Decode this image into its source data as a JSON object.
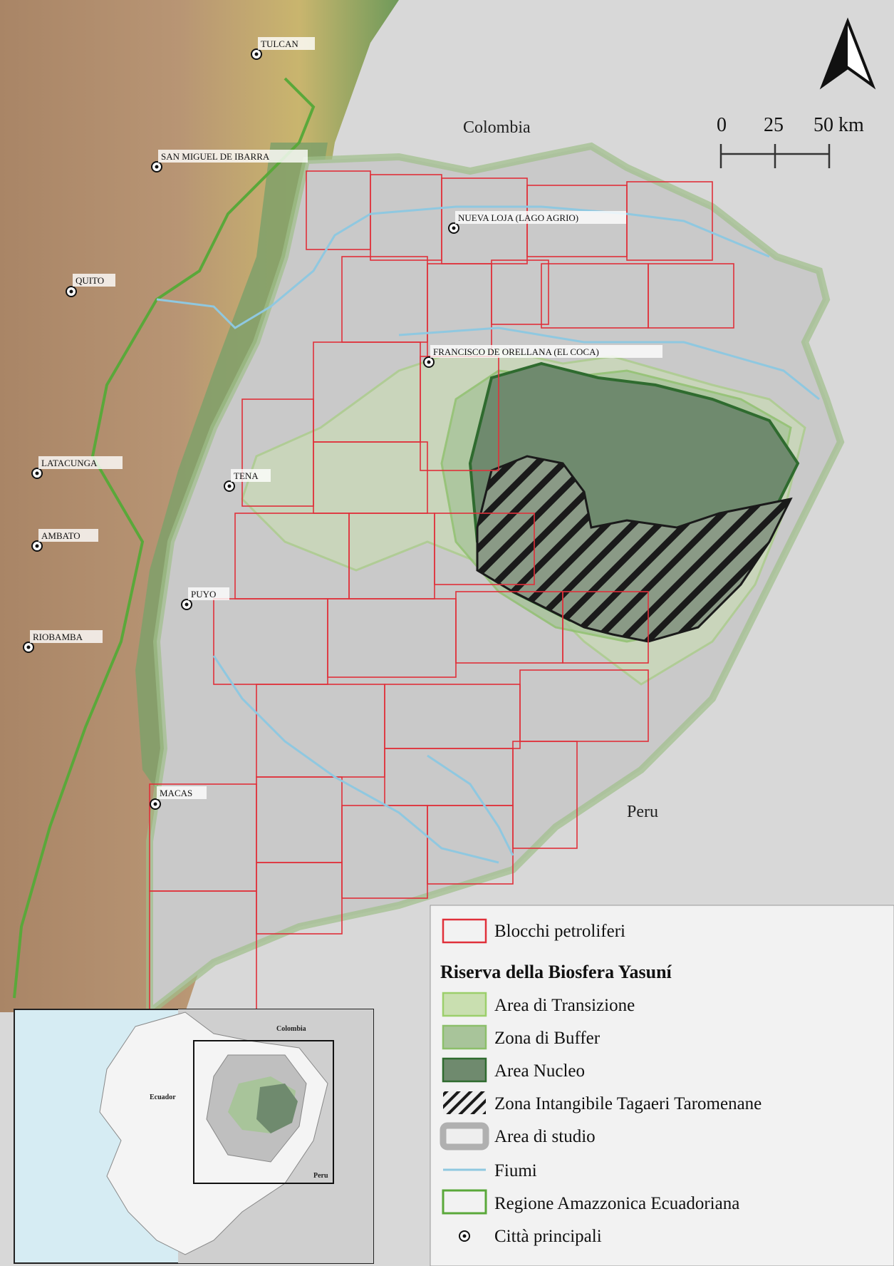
{
  "countries": {
    "colombia": "Colombia",
    "peru": "Peru"
  },
  "cities": [
    {
      "name": "TULCAN"
    },
    {
      "name": "SAN MIGUEL DE IBARRA"
    },
    {
      "name": "NUEVA LOJA (LAGO AGRIO)"
    },
    {
      "name": "QUITO"
    },
    {
      "name": "FRANCISCO DE ORELLANA (EL COCA)"
    },
    {
      "name": "LATACUNGA"
    },
    {
      "name": "TENA"
    },
    {
      "name": "AMBATO"
    },
    {
      "name": "PUYO"
    },
    {
      "name": "RIOBAMBA"
    },
    {
      "name": "MACAS"
    }
  ],
  "scale": {
    "ticks": [
      "0",
      "25",
      "50 km"
    ]
  },
  "legend": {
    "oil_blocks": "Blocchi petroliferi",
    "title": "Riserva della Biosfera Yasuní",
    "transition": "Area di Transizione",
    "buffer": "Zona di Buffer",
    "core": "Area Nucleo",
    "intangible": "Zona Intangibile Tagaeri Taromenane",
    "study_area": "Area di studio",
    "rivers": "Fiumi",
    "amazon_region": "Regione Amazzonica Ecuadoriana",
    "cities": "Città principali"
  },
  "inset": {
    "colombia": "Colombia",
    "ecuador": "Ecuador",
    "peru": "Peru"
  },
  "colors": {
    "oil_block_stroke": "#e0303a",
    "transition": "#c9dfb0",
    "buffer": "#a8c49a",
    "core": "#6f8a6e",
    "study_area": "#b8b8b8",
    "river": "#8fc8e0",
    "amazon_border": "#5aa83a",
    "sea": "#d6ecf3"
  }
}
